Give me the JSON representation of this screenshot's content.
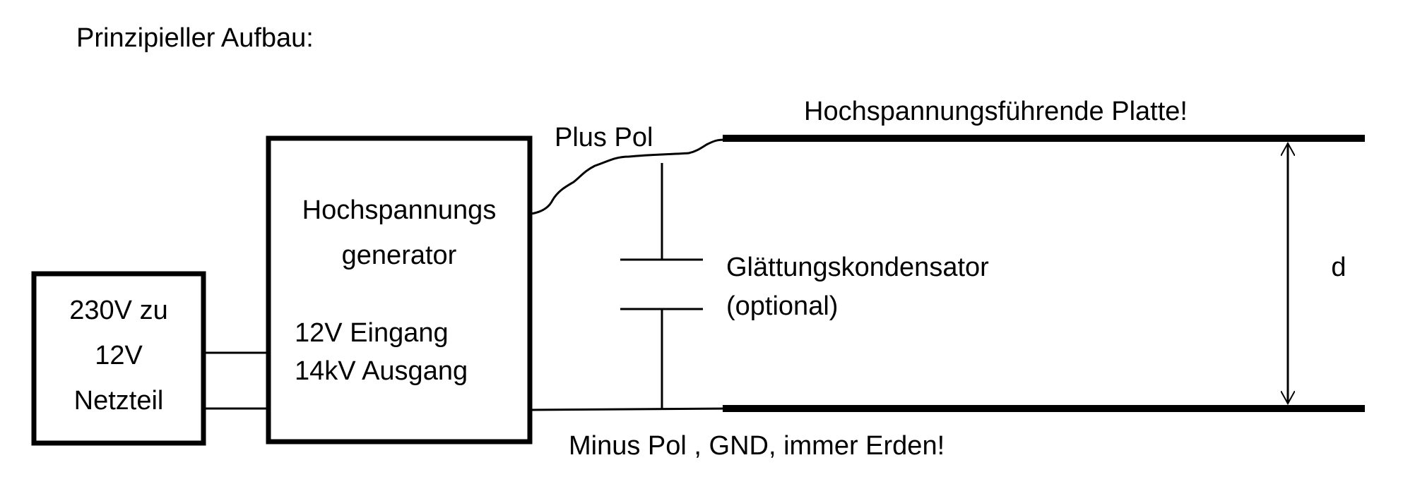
{
  "title": "Prinzipieller Aufbau:",
  "netzteil": {
    "line1": "230V zu",
    "line2": "12V",
    "line3": "Netzteil"
  },
  "generator": {
    "line1": "Hochspannungs",
    "line2": "generator",
    "line3": "12V Eingang",
    "line4": "14kV Ausgang"
  },
  "plus_pol": "Plus Pol",
  "minus_pol": "Minus Pol , GND,  immer Erden!",
  "top_plate_label": "Hochspannungsführende Platte!",
  "capacitor": {
    "line1": "Glättungskondensator",
    "line2": "(optional)"
  },
  "distance_label": "d",
  "colors": {
    "stroke": "#000000",
    "background": "#ffffff"
  }
}
